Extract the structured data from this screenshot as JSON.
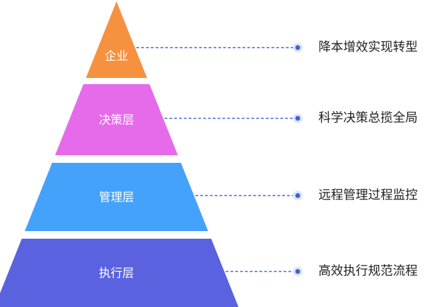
{
  "pyramid": {
    "tiers": [
      {
        "label": "企业",
        "description": "降本增效实现转型",
        "color": "#f6913f"
      },
      {
        "label": "决策层",
        "description": "科学决策总揽全局",
        "color": "#e66bea"
      },
      {
        "label": "管理层",
        "description": "远程管理过程监控",
        "color": "#45a2fb"
      },
      {
        "label": "执行层",
        "description": "高效执行规范流程",
        "color": "#5b62e0"
      }
    ]
  },
  "colors": {
    "connector": "#3d63d9",
    "description_text": "#222222",
    "tier_label_text": "#ffffff"
  },
  "icons": {
    "endpoint": "dot-icon"
  }
}
